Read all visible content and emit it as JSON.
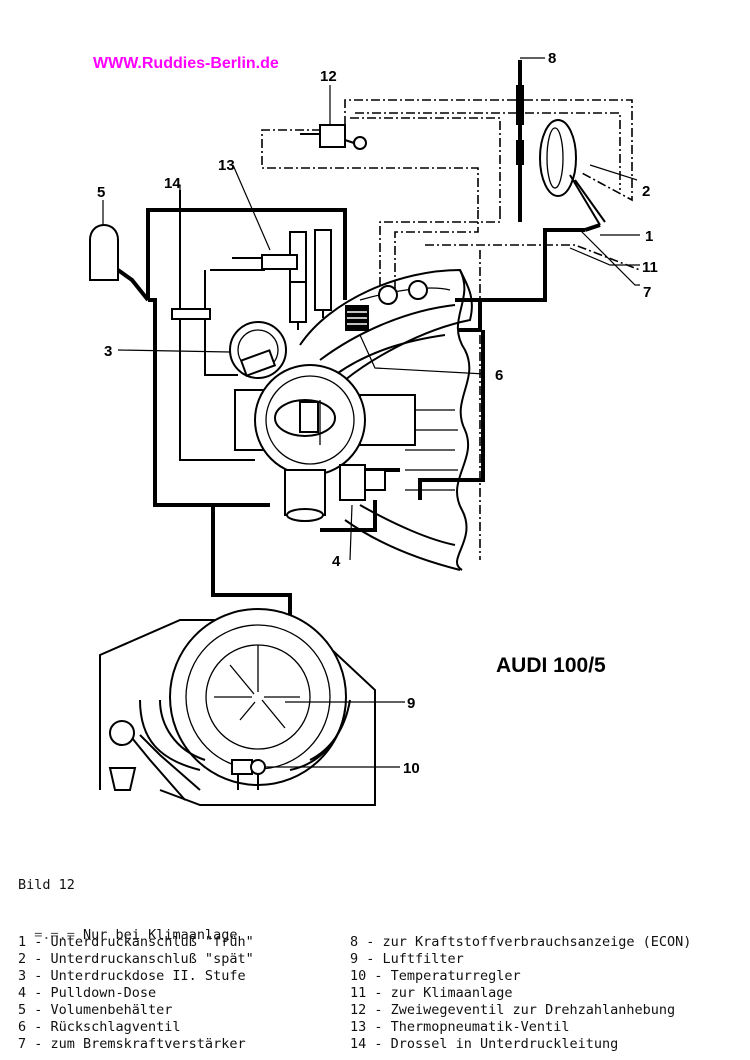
{
  "watermark": "WWW.Ruddies-Berlin.de",
  "model": "AUDI 100/5",
  "figure": "Bild 12",
  "dash_note": {
    "symbol": "=.=.=",
    "text": "Nur bei Klimaanlage"
  },
  "callouts": [
    "1",
    "2",
    "3",
    "4",
    "5",
    "6",
    "7",
    "8",
    "9",
    "10",
    "11",
    "12",
    "13",
    "14"
  ],
  "legend_left": [
    "1 - Unterdruckanschluß \"früh\"",
    "2 - Unterdruckanschluß \"spät\"",
    "3 - Unterdruckdose II. Stufe",
    "4 - Pulldown-Dose",
    "5 - Volumenbehälter",
    "6 - Rückschlagventil",
    "7 - zum Bremskraftverstärker"
  ],
  "legend_right": [
    "8 - zur Kraftstoffverbrauchsanzeige (ECON)",
    "9 - Luftfilter",
    "10 - Temperaturregler",
    "11 - zur Klimaanlage",
    "12 - Zweiwegeventil zur Drehzahlanhebung",
    "13 - Thermopneumatik-Ventil",
    "14 - Drossel in Unterdruckleitung"
  ]
}
